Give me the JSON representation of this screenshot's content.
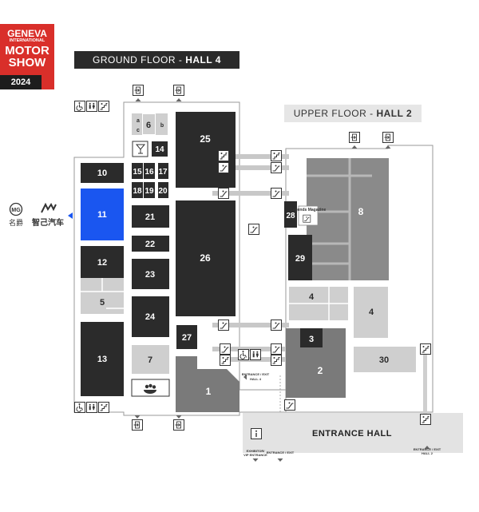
{
  "logo": {
    "line1": "GENEVA",
    "line2": "INTERNATIONAL",
    "line3": "MOTOR",
    "line4": "SHOW",
    "year": "2024",
    "color": "#d92f2a"
  },
  "banners": {
    "ground_floor": {
      "prefix": "GROUND FLOOR - ",
      "hall": "HALL 4"
    },
    "upper_floor": {
      "prefix": "UPPER FLOOR - ",
      "hall": "HALL 2"
    }
  },
  "exhibitor": {
    "logo1_name": "MG",
    "logo1_sub": "名爵",
    "logo2_name": "智己汽车",
    "highlight_color": "#1a56f0"
  },
  "stands": {
    "s1": "1",
    "s2": "2",
    "s3": "3",
    "s4a": "4",
    "s4b": "4",
    "s5": "5",
    "s6": "6",
    "s7": "7",
    "s8": "8",
    "s10": "10",
    "s11": "11",
    "s12": "12",
    "s13": "13",
    "s14": "14",
    "s15": "15",
    "s16": "16",
    "s17": "17",
    "s18": "18",
    "s19": "19",
    "s20": "20",
    "s21": "21",
    "s22": "22",
    "s23": "23",
    "s24": "24",
    "s25": "25",
    "s26": "26",
    "s27": "27",
    "s28": "28",
    "s29": "29",
    "s30": "30",
    "sa": "a",
    "sb": "b",
    "sc": "c"
  },
  "labels": {
    "legends_magazine": "Legends Magazine",
    "entrance_hall": "ENTRANCE HALL",
    "entrance_exit_hall4_1": "ENTRANCE / EXIT",
    "entrance_exit_hall4_2": "HALL 4",
    "exhibitor_entrance_1": "EXHIBITOR/",
    "exhibitor_entrance_2": "VIP ENTRANCE",
    "entrance_exit": "ENTRANCE / EXIT",
    "entrance_exit_hall2_1": "ENTRANCE / EXIT",
    "entrance_exit_hall2_2": "HALL 2"
  },
  "icons": [
    "accessible-icon",
    "restroom-icon",
    "stairs-icon",
    "exit-door-icon",
    "escalator-icon",
    "bar-icon",
    "food-icon",
    "info-icon"
  ],
  "colors": {
    "dark_stand": "#2b2b2b",
    "mid_stand": "#7a7a7a",
    "light_stand": "#cfcfcf",
    "floor": "#ffffff",
    "entrance_hall": "#e3e3e3"
  }
}
